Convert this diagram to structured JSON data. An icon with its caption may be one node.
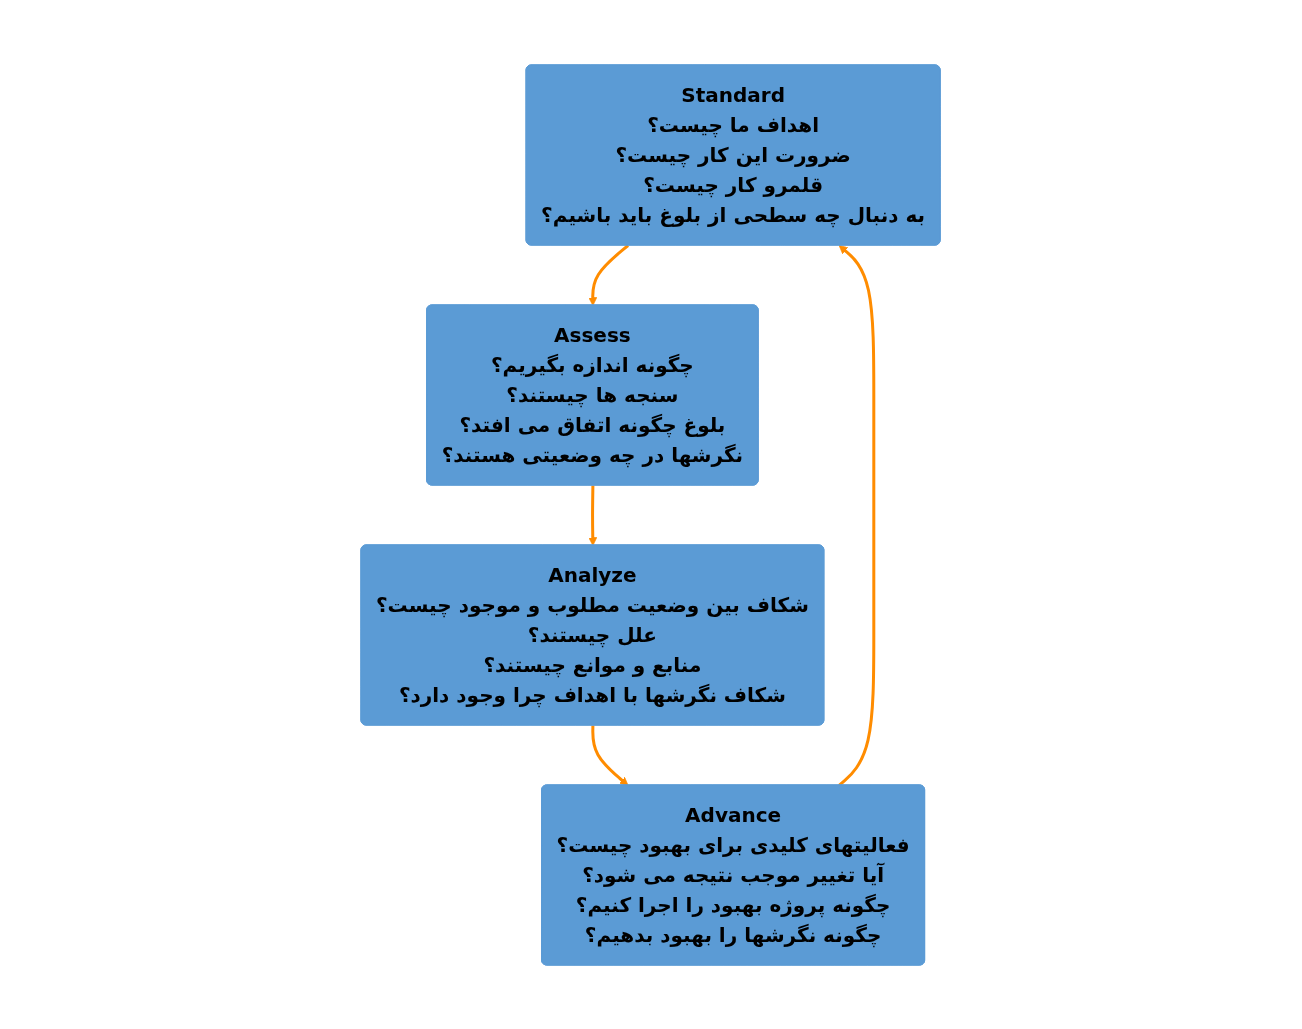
{
  "diagram": {
    "nodes": [
      {
        "text": [
          "Standard",
          "اهداف ما چیست؟",
          "ضرورت این کار چیست؟",
          "قلمرو کار چیست؟",
          "به دنبال چه سطحی از بلوغ باید باشیم؟"
        ]
      },
      {
        "text": [
          "Assess",
          "چگونه اندازه بگیریم؟",
          "سنجه ها چیستند؟",
          "بلوغ چگونه اتفاق می افتد؟",
          "نگرشها در چه وضعیتی هستند؟"
        ]
      },
      {
        "text": [
          "Analyze",
          "شکاف بین وضعیت مطلوب و موجود چیست؟",
          "علل چیستند؟",
          "منابع و موانع چیستند؟",
          "شکاف نگرشها با اهداف چرا وجود دارد؟"
        ]
      },
      {
        "text": [
          "Advance",
          "فعالیتهای کلیدی برای بهبود چیست؟",
          "آیا تغییر موجب نتیجه می شود؟",
          "چگونه پروژه بهبود را اجرا کنیم؟",
          "چگونه نگرشها را بهبود بدهیم؟"
        ]
      }
    ],
    "edges": [
      {
        "from": 0,
        "to": 1,
        "arrow": "to"
      },
      {
        "from": 1,
        "to": 2,
        "arrow": "to"
      },
      {
        "from": 2,
        "to": 3,
        "arrow": "to"
      },
      {
        "from": 3,
        "to": 0,
        "arrow": "to"
      }
    ]
  }
}
